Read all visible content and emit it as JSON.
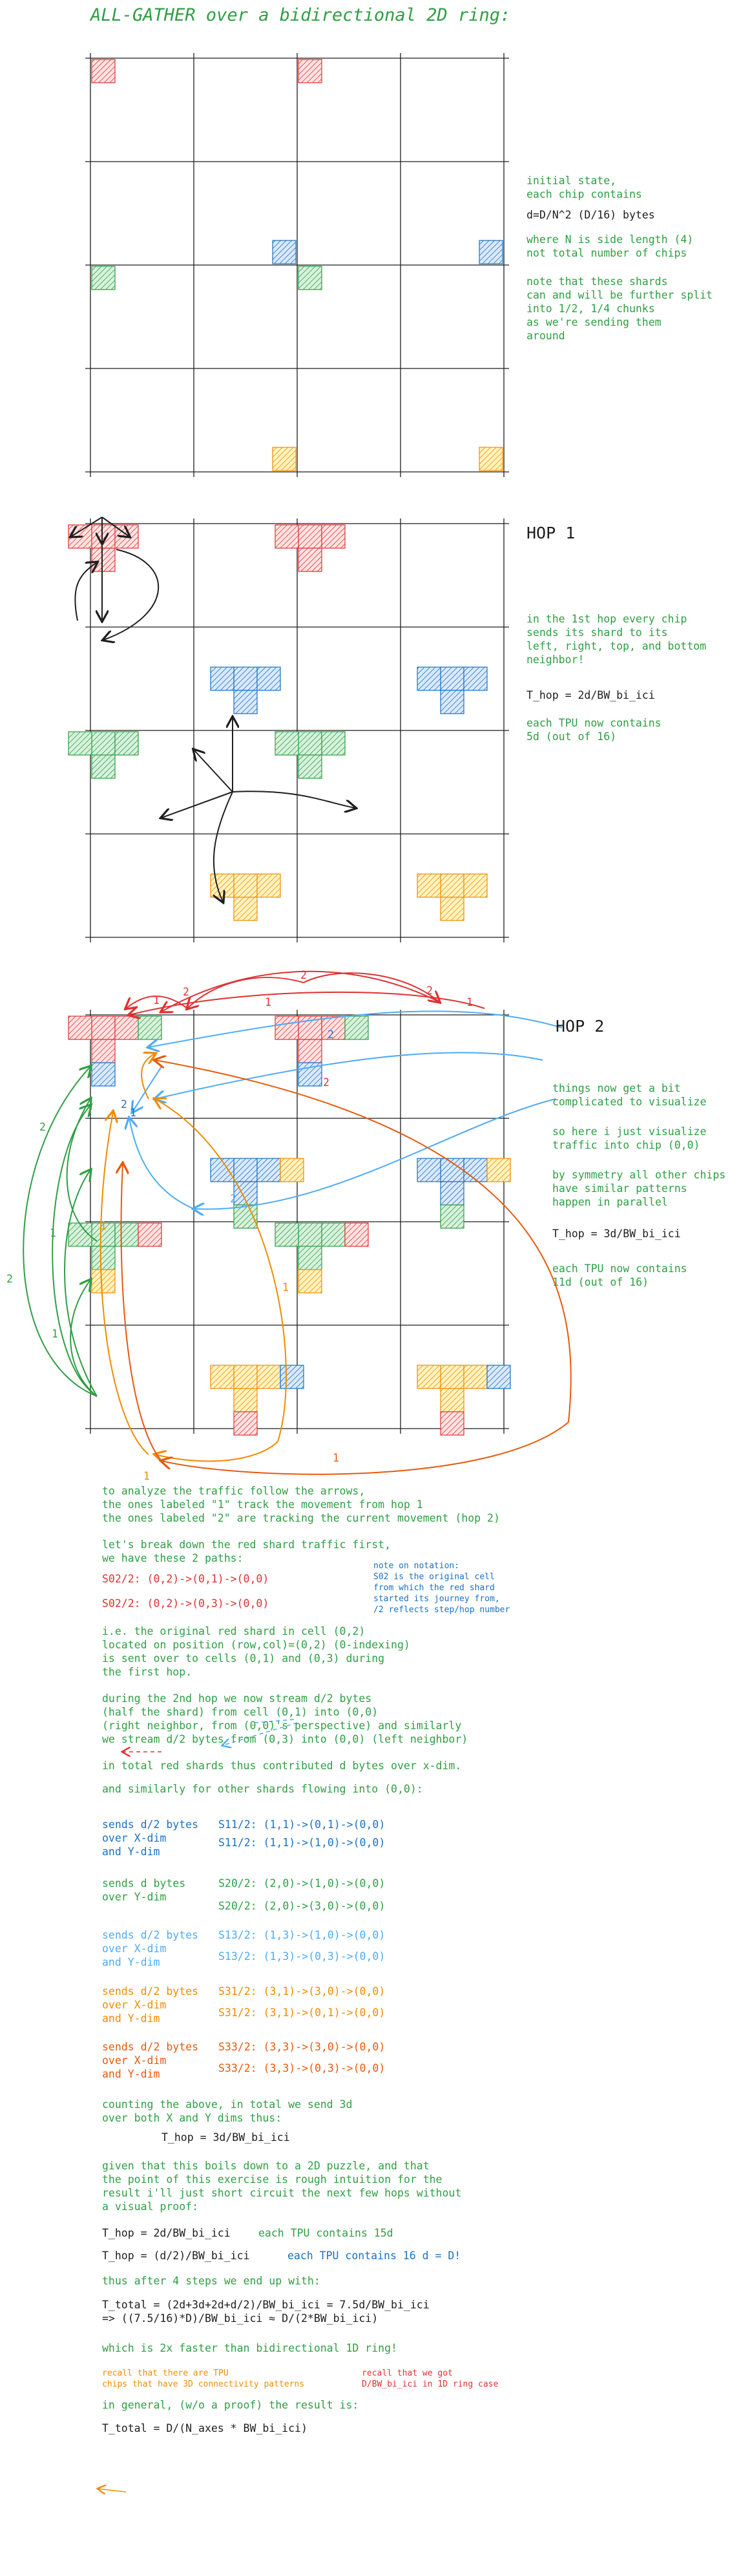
{
  "title": "ALL-GATHER over a bidirectional 2D ring:",
  "colors": {
    "red": "#e03131",
    "blue": "#1971c2",
    "green": "#2f9e44",
    "orange": "#f08c00",
    "text": "#1e1e1e"
  },
  "intro": {
    "line1": "initial state,",
    "line2": "each chip contains",
    "line3": "d=D/N^2 (D/16) bytes",
    "line4": "where N is side length (4)",
    "line5": "not total number of chips",
    "line6": "note that these shards",
    "line7": "can and will be further split",
    "line8": "into 1/2, 1/4 chunks",
    "line9": "as we're sending them",
    "line10": "around"
  },
  "hop1": {
    "heading": "HOP 1",
    "line1": "in the 1st hop every chip",
    "line2": "sends its shard to its",
    "line3": "left, right, top, and bottom",
    "line4": "neighbor!",
    "thop": "T_hop = 2d/BW_bi_ici",
    "contains1": "each TPU now contains",
    "contains2": "5d (out of 16)"
  },
  "hop2": {
    "heading": "HOP 2",
    "line1": "things now get a bit",
    "line2": "complicated to visualize",
    "line3": "so here i just visualize",
    "line4": "traffic into chip (0,0)",
    "line5": "by symmetry all other chips",
    "line6": "have similar patterns",
    "line7": "happen in parallel",
    "thop": "T_hop = 3d/BW_bi_ici",
    "contains1": "each TPU now contains",
    "contains2": "11d (out of 16)",
    "arrow_labels": [
      "2",
      "2",
      "2",
      "1",
      "2",
      "1",
      "1",
      "2",
      "2",
      "2",
      "2",
      "2",
      "1",
      "1",
      "1",
      "1",
      "1",
      "1",
      "1"
    ]
  },
  "analysis": {
    "p1": "to analyze the traffic follow the arrows,",
    "p2": "the ones labeled \"1\" track the movement from hop 1",
    "p3": "the ones labeled \"2\" are tracking the current movement (hop 2)",
    "p4": "let's break down the red shard traffic first,",
    "p5": "we have these 2 paths:",
    "path1": "S02/2: (0,2)->(0,1)->(0,0)",
    "path2": "S02/2: (0,2)->(0,3)->(0,0)",
    "note1": "note on notation:",
    "note2": "S02 is the original cell",
    "note3": "from which the red shard",
    "note4": "started its journey from,",
    "note5": "/2 reflects step/hop number",
    "p6": "i.e. the original red shard in cell (0,2)",
    "p7": "located on position (row,col)=(0,2) (0-indexing)",
    "p8": "is sent over to cells (0,1) and (0,3) during",
    "p9": "the first hop.",
    "p10": "during the 2nd hop we now stream d/2 bytes",
    "p11": "(half the shard) from cell (0,1) into (0,0)",
    "p12": "(right neighbor, from (0,0)'s perspective) and similarly",
    "p13": "we stream d/2 bytes from (0,3) into (0,0) (left neighbor)",
    "p14": "in total red shards thus contributed d bytes over x-dim.",
    "p15": "and similarly for other shards flowing into (0,0):"
  },
  "flows": [
    {
      "send": "sends d/2 bytes",
      "dims1": "over X-dim",
      "dims2": "and Y-dim",
      "p1": "S11/2: (1,1)->(0,1)->(0,0)",
      "p2": "S11/2: (1,1)->(1,0)->(0,0)"
    },
    {
      "send": "sends d bytes",
      "dims1": "over Y-dim",
      "dims2": "",
      "p1": "S20/2: (2,0)->(1,0)->(0,0)",
      "p2": "S20/2: (2,0)->(3,0)->(0,0)"
    },
    {
      "send": "sends d/2 bytes",
      "dims1": "over X-dim",
      "dims2": "and Y-dim",
      "p1": "S13/2: (1,3)->(1,0)->(0,0)",
      "p2": "S13/2: (1,3)->(0,3)->(0,0)"
    },
    {
      "send": "sends d/2 bytes",
      "dims1": "over X-dim",
      "dims2": "and Y-dim",
      "p1": "S31/2: (3,1)->(3,0)->(0,0)",
      "p2": "S31/2: (3,1)->(0,1)->(0,0)"
    },
    {
      "send": "sends d/2 bytes",
      "dims1": "over X-dim",
      "dims2": "and Y-dim",
      "p1": "S33/2: (3,3)->(3,0)->(0,0)",
      "p2": "S33/2: (3,3)->(0,3)->(0,0)"
    }
  ],
  "summary": {
    "s1": "counting the above, in total we send 3d",
    "s2": "over both X and Y dims thus:",
    "thop": "T_hop = 3d/BW_bi_ici",
    "s3": "given that this boils down to a 2D puzzle, and that",
    "s4": "the point of this exercise is rough intuition for the",
    "s5": "result i'll just short circuit the next few hops without",
    "s6": "a visual proof:",
    "h3": "T_hop = 2d/BW_bi_ici",
    "h3c": "each TPU contains 15d",
    "h4": "T_hop = (d/2)/BW_bi_ici",
    "h4c": "each TPU contains 16 d = D!",
    "s7": "thus after 4 steps we end up with:",
    "total1": "T_total = (2d+3d+2d+d/2)/BW_bi_ici = 7.5d/BW_bi_ici",
    "total2": "=> ((7.5/16)*D)/BW_bi_ici ≈ D/(2*BW_bi_ici)",
    "s8": "which is 2x faster than bidirectional 1D ring!",
    "n1a": "recall that there are TPU",
    "n1b": "chips that have 3D connectivity patterns",
    "n2a": "recall that we got",
    "n2b": "D/BW_bi_ici in 1D ring case",
    "s9": "in general, (w/o a proof) the result is:",
    "final": "T_total = D/(N_axes * BW_bi_ici)"
  }
}
